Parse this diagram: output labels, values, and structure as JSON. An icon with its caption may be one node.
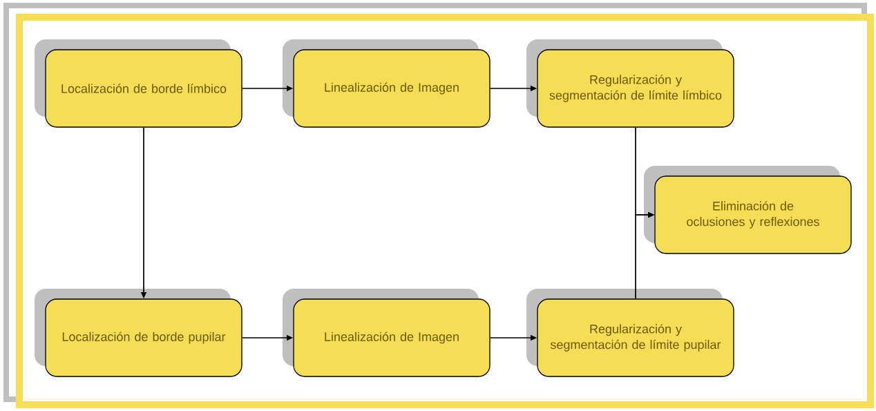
{
  "diagram": {
    "nodes": [
      {
        "text": [
          "Localización de borde límbico"
        ]
      },
      {
        "text": [
          "Linealización de Imagen"
        ]
      },
      {
        "text": [
          "Regularización y segmentación de límite límbico"
        ]
      },
      {
        "text": [
          "Eliminación de oclusiones y reflexiones"
        ]
      },
      {
        "text": [
          "Localización de borde pupilar"
        ]
      },
      {
        "text": [
          "Linealización de Imagen"
        ]
      },
      {
        "text": [
          "Regularización y segmentación de límite pupilar"
        ]
      }
    ],
    "edges": [
      {
        "from": 0,
        "to": 1,
        "arrow": "to"
      },
      {
        "from": 1,
        "to": 2,
        "arrow": "to"
      },
      {
        "from": 0,
        "to": 4,
        "arrow": "to"
      },
      {
        "from": 4,
        "to": 5,
        "arrow": "to"
      },
      {
        "from": 5,
        "to": 6,
        "arrow": "to"
      },
      {
        "from": 2,
        "to": 3,
        "arrow": "to"
      },
      {
        "from": 6,
        "to": 3,
        "arrow": "to"
      }
    ]
  }
}
